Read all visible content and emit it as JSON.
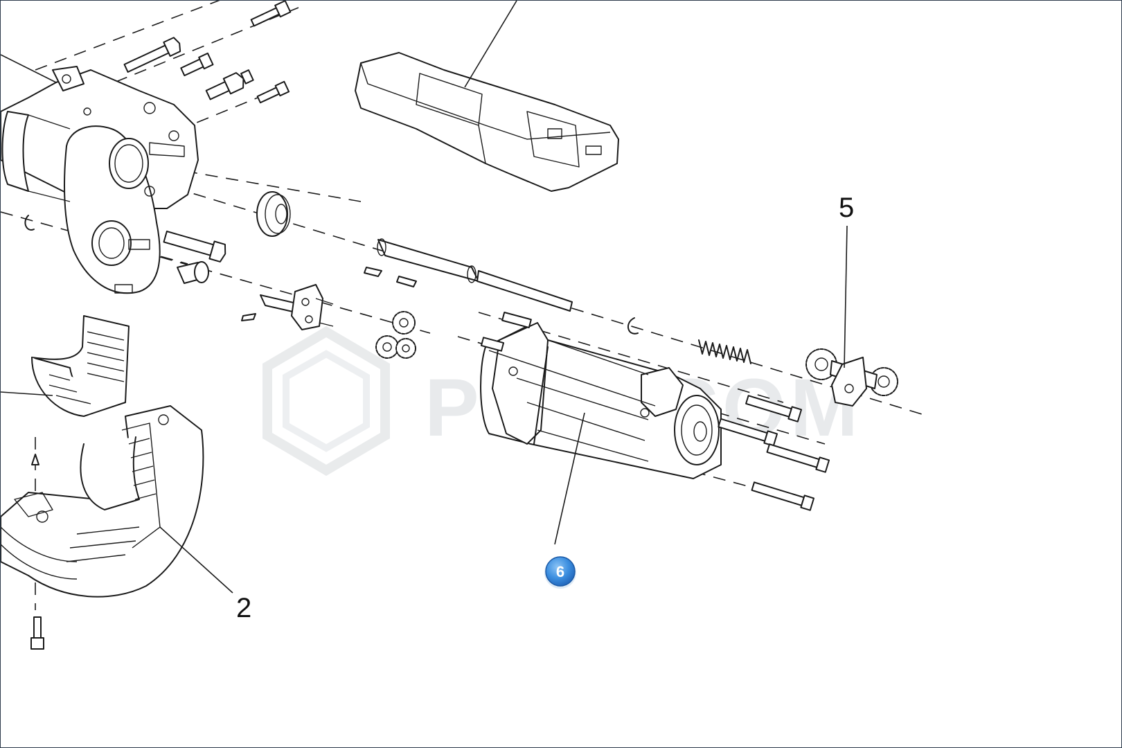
{
  "diagram": {
    "callouts": [
      {
        "id": "2",
        "label": "2"
      },
      {
        "id": "5",
        "label": "5"
      }
    ],
    "highlighted_callout": {
      "label": "6",
      "color": "#3d8fe0"
    },
    "watermark": "PLUSCOM",
    "line_color": "#1a1a1a",
    "frame_color": "#2b3a4a"
  }
}
